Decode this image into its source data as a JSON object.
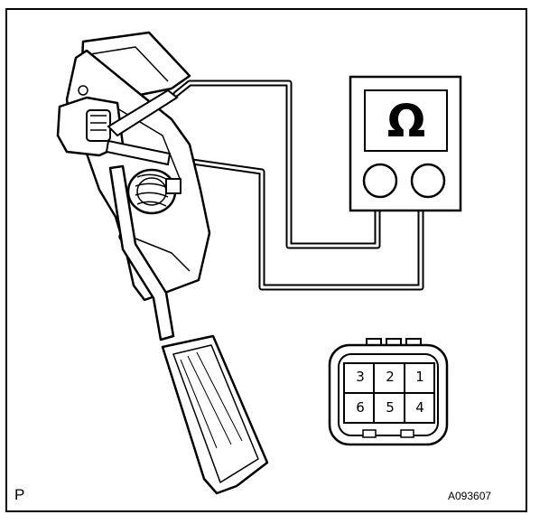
{
  "meter": {
    "display_symbol": "Ω"
  },
  "connector": {
    "pins": [
      {
        "label": "3"
      },
      {
        "label": "2"
      },
      {
        "label": "1"
      },
      {
        "label": "6"
      },
      {
        "label": "5"
      },
      {
        "label": "4"
      }
    ]
  },
  "corner_mark": "P",
  "figure_code": "A093607",
  "colors": {
    "line": "#000000",
    "background": "#ffffff"
  }
}
